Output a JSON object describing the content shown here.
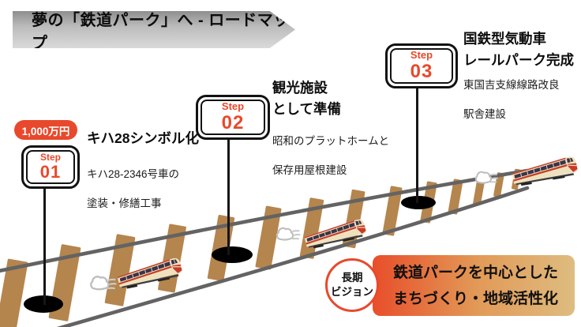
{
  "header": {
    "title": "夢の「鉄道パーク」へ - ロードマップ"
  },
  "steps": [
    {
      "label": "Step",
      "number": "01",
      "badge": "1,000万円",
      "title_lines": [
        "キハ28シンボル化"
      ],
      "details": [
        "キハ28-2346号車の",
        "塗装・修繕工事"
      ]
    },
    {
      "label": "Step",
      "number": "02",
      "title_lines": [
        "観光施設",
        "として準備"
      ],
      "details": [
        "昭和のプラットホームと",
        "保存用屋根建設"
      ]
    },
    {
      "label": "Step",
      "number": "03",
      "title_lines": [
        "国鉄型気動車",
        "レールパーク完成"
      ],
      "details": [
        "東国吉支線線路改良",
        "駅舎建設"
      ]
    }
  ],
  "vision": {
    "badge_lines": [
      "長期",
      "ビジョン"
    ],
    "message_lines": [
      "鉄道パークを中心とした",
      "まちづくり・地域活性化"
    ]
  },
  "colors": {
    "accent": "#E8492C",
    "vision_gradient_start": "#E84E2A",
    "vision_gradient_end": "#DEBC80",
    "header_gradient_start": "#8E8E8E",
    "header_gradient_end": "#DADADA",
    "rail": "#636363",
    "sleeper": "#B5854E",
    "train_body": "#F0E1BE",
    "train_stripe": "#C63B28",
    "sign_base": "#000000"
  },
  "icons": {
    "train": "kiha28-train-icon",
    "smoke": "steam-puff-icon",
    "header_shape": "arrow-right-banner"
  }
}
